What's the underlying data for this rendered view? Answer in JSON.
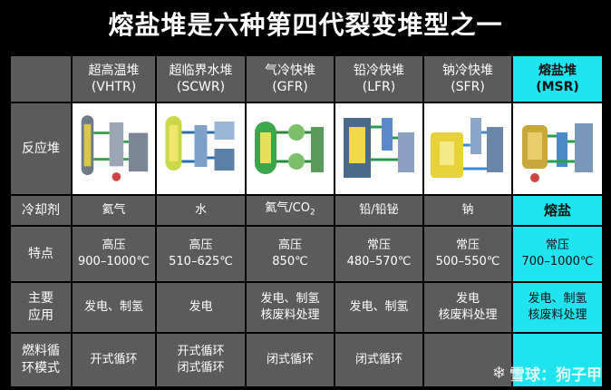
{
  "title": "熔盐堆是六种第四代裂变堆型之一",
  "columns": [
    {
      "name": "超高温堆",
      "abbr": "(VHTR)"
    },
    {
      "name": "超临界水堆",
      "abbr": "(SCWR)"
    },
    {
      "name": "气冷快堆",
      "abbr": "(GFR)"
    },
    {
      "name": "铅冷快堆",
      "abbr": "(LFR)"
    },
    {
      "name": "钠冷快堆",
      "abbr": "(SFR)"
    },
    {
      "name": "熔盐堆",
      "abbr": "(MSR)"
    }
  ],
  "rows": {
    "reactor": {
      "label": "反应堆"
    },
    "coolant": {
      "label": "冷却剂",
      "values": [
        "氦气",
        "水",
        "氦气/CO",
        "铅/铅铋",
        "钠",
        "熔盐"
      ],
      "gfr_subscript": "2"
    },
    "features": {
      "label": "特点",
      "pressure": [
        "高压",
        "高压",
        "高压",
        "常压",
        "常压",
        "常压"
      ],
      "temperature": [
        "900–1000℃",
        "510–625℃",
        "850℃",
        "480–570℃",
        "500–550℃",
        "700–1000℃"
      ]
    },
    "application": {
      "label_line1": "主要",
      "label_line2": "应用",
      "line1": [
        "发电、制氢",
        "发电",
        "发电、制氢",
        "发电、制氢",
        "发电",
        "发电、制氢"
      ],
      "line2": [
        "",
        "",
        "核废料处理",
        "",
        "核废料处理",
        "核废料处理"
      ]
    },
    "fuel_cycle": {
      "label_line1": "燃料循",
      "label_line2": "环模式",
      "line1": [
        "开式循环",
        "开式循环",
        "闭式循环",
        "闭式循环",
        "",
        ""
      ],
      "line2": [
        "",
        "闭式循环",
        "",
        "",
        "",
        ""
      ]
    }
  },
  "watermark": {
    "logo": "❄",
    "text": "雪球：狗子甲"
  },
  "colors": {
    "cell": "#5b5b5b",
    "highlight": "#1fe3ee",
    "background": "#000000"
  }
}
